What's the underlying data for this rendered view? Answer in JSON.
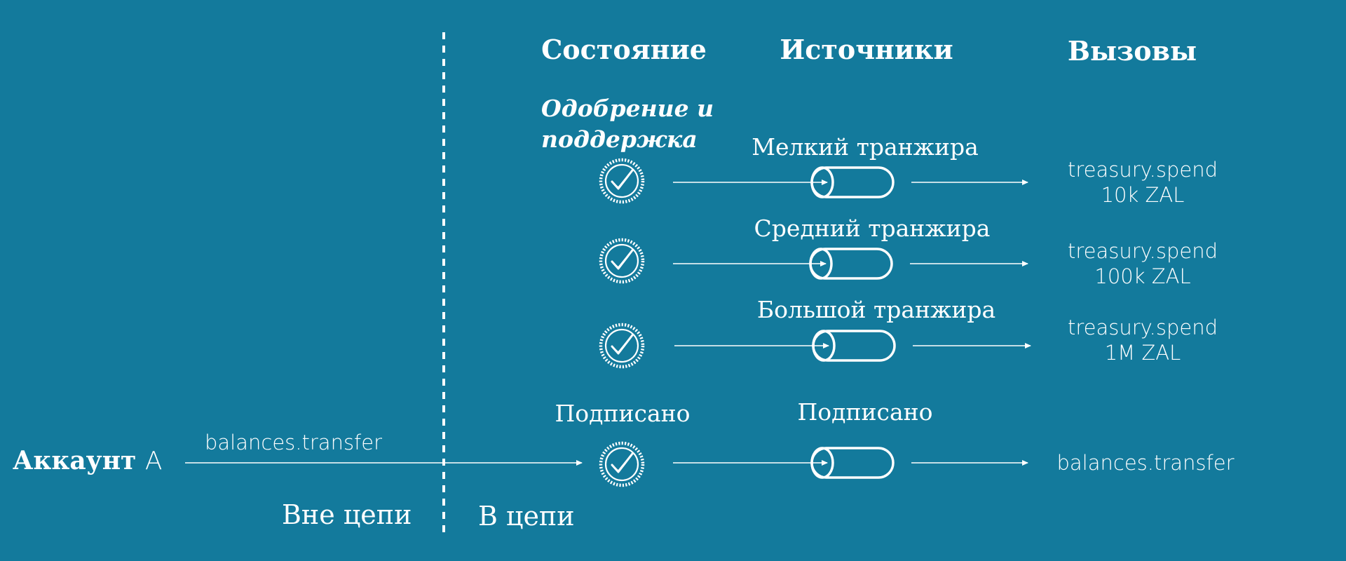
{
  "headers": {
    "state": "Состояние",
    "sources": "Источники",
    "calls": "Вызовы"
  },
  "state_title": {
    "line1": "Одобрение и",
    "line2": "поддержка"
  },
  "tracks": [
    {
      "source": "Мелкий транжира",
      "call_line1": "treasury.spend",
      "call_line2": "10k ZAL"
    },
    {
      "source": "Средний транжира",
      "call_line1": "treasury.spend",
      "call_line2": "100k ZAL"
    },
    {
      "source": "Большой транжира",
      "call_line1": "treasury.spend",
      "call_line2": "1M ZAL"
    }
  ],
  "signed": {
    "state_label": "Подписано",
    "source_label": "Подписано",
    "call": "balances.transfer"
  },
  "account": {
    "name": "Аккаунт",
    "letter": "A"
  },
  "transfer_label": "balances.transfer",
  "zones": {
    "offchain": "Вне цепи",
    "onchain": "В цепи"
  },
  "colors": {
    "background": "#137a9c",
    "foreground": "#ffffff"
  },
  "icons": {
    "state": "check-badge-icon",
    "source": "tube-icon",
    "flow": "arrow-right-icon"
  }
}
